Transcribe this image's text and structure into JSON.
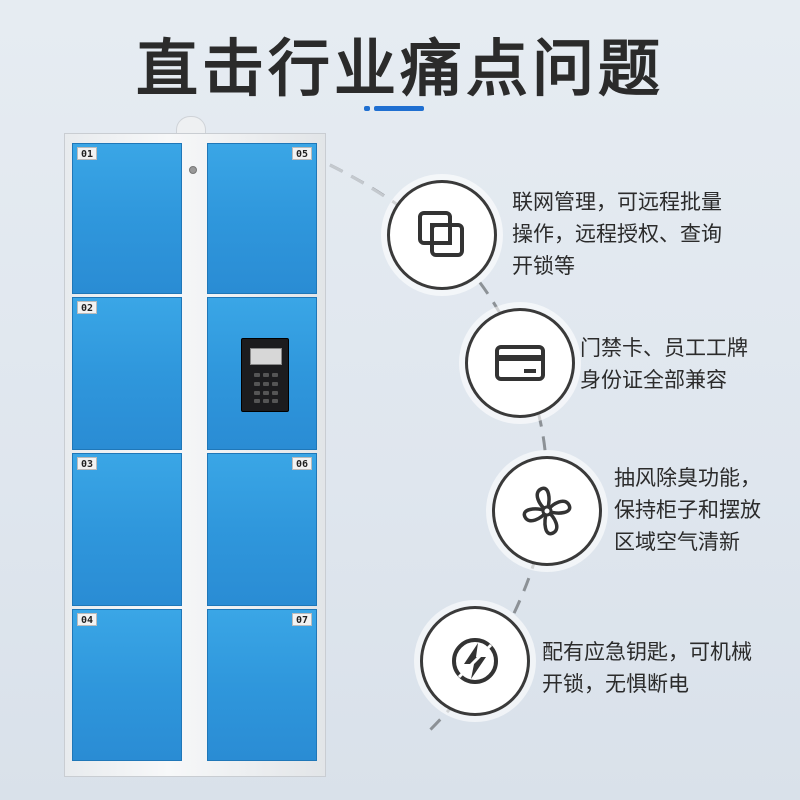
{
  "title": "直击行业痛点问题",
  "accent_color": "#1f6fd1",
  "locker": {
    "doors": [
      {
        "number": "01",
        "side": "left",
        "row": 0
      },
      {
        "number": "02",
        "side": "left",
        "row": 1
      },
      {
        "number": "03",
        "side": "left",
        "row": 2
      },
      {
        "number": "04",
        "side": "left",
        "row": 3
      },
      {
        "number": "05",
        "side": "right",
        "row": 0
      },
      {
        "number": "06",
        "side": "right",
        "row": 2
      },
      {
        "number": "07",
        "side": "right",
        "row": 3
      }
    ],
    "door_color": "#2f97dc"
  },
  "features": [
    {
      "icon": "remote-management-icon",
      "lines": [
        "联网管理，可远程批量",
        "操作，远程授权、查询",
        "开锁等"
      ]
    },
    {
      "icon": "card-icon",
      "lines": [
        "门禁卡、员工工牌",
        "身份证全部兼容"
      ]
    },
    {
      "icon": "fan-icon",
      "lines": [
        "抽风除臭功能，",
        "保持柜子和摆放",
        "区域空气清新"
      ]
    },
    {
      "icon": "emergency-power-icon",
      "lines": [
        "配有应急钥匙，可机械",
        "开锁，无惧断电"
      ]
    }
  ]
}
